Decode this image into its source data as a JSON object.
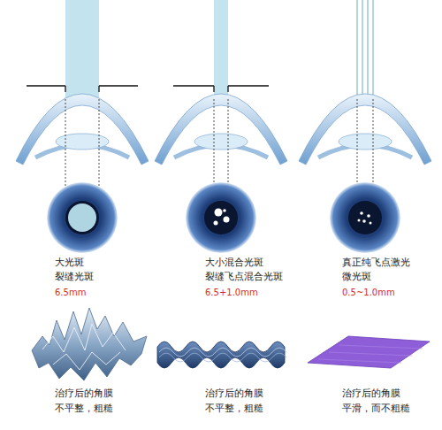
{
  "diagram": {
    "labels": [
      "大光斑",
      "裂缝光斑",
      "6.5mm",
      "大小混合光斑",
      "裂缝飞点混合光斑",
      "6.5+1.0mm",
      "真正纯飞点激光",
      "微光斑",
      "0.5~1.0mm",
      "治疗后的角膜",
      "不平整，粗糙",
      "治疗后的角膜",
      "不平整，粗糙",
      "治疗后的角膜",
      "平滑，而不粗糙"
    ]
  }
}
